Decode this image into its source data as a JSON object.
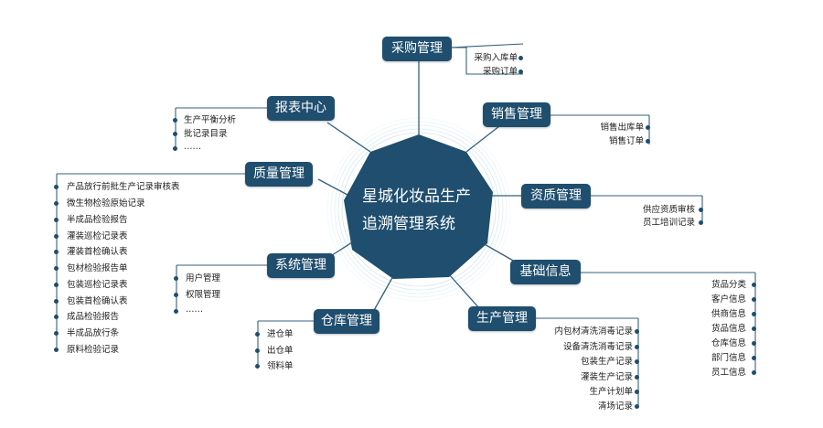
{
  "center": {
    "line1": "星城化妆品生产",
    "line2": "追溯管理系统"
  },
  "modules": {
    "purchase": {
      "label": "采购管理",
      "items": [
        "采购入库单",
        "采购订单"
      ]
    },
    "sales": {
      "label": "销售管理",
      "items": [
        "销售出库单",
        "销售订单"
      ]
    },
    "qualification": {
      "label": "资质管理",
      "items": [
        "供应资质审核",
        "员工培训记录"
      ]
    },
    "basic_info": {
      "label": "基础信息",
      "items": [
        "货品分类",
        "客户信息",
        "供商信息",
        "货品信息",
        "仓库信息",
        "部门信息",
        "员工信息"
      ]
    },
    "production": {
      "label": "生产管理",
      "items": [
        "内包材清洗消毒记录",
        "设备清洗消毒记录",
        "包装生产记录",
        "灌装生产记录",
        "生产计划单",
        "清场记录"
      ]
    },
    "warehouse": {
      "label": "仓库管理",
      "items": [
        "进仓单",
        "出仓单",
        "领料单"
      ]
    },
    "system": {
      "label": "系统管理",
      "items": [
        "用户管理",
        "权限管理",
        "……"
      ]
    },
    "quality": {
      "label": "质量管理",
      "items": [
        "产品放行前批生产记录审核表",
        "微生物检验原始记录",
        "半成品检验报告",
        "灌装巡检记录表",
        "灌装首检确认表",
        "包材检验报告单",
        "包装巡检记录表",
        "包装首检确认表",
        "成品检验报告",
        "半成品放行条",
        "原料检验记录"
      ]
    },
    "reports": {
      "label": "报表中心",
      "items": [
        "生产平衡分析",
        "批记录目录",
        "……"
      ]
    }
  },
  "colors": {
    "primary": "#1f4e6e",
    "line": "#34607e",
    "text": "#1c1c1c"
  }
}
